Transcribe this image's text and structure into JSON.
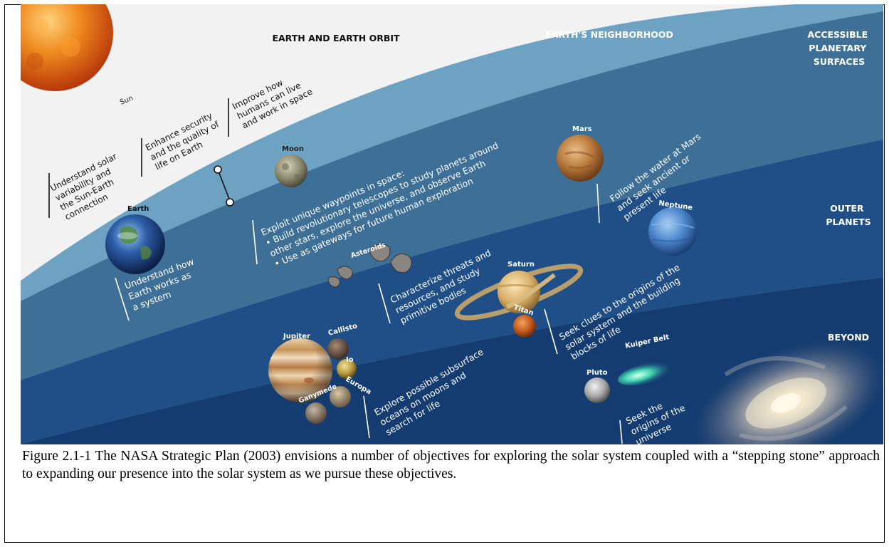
{
  "bands": [
    {
      "id": "earth-orbit",
      "title": "EARTH AND EARTH ORBIT",
      "color": "#f2f2f2",
      "title_color": "#111111"
    },
    {
      "id": "neighborhood",
      "title": "EARTH'S NEIGHBORHOOD",
      "color": "#6ea2c2",
      "title_color": "#ffffff"
    },
    {
      "id": "planetary-surfaces",
      "title_lines": [
        "ACCESSIBLE",
        "PLANETARY",
        "SURFACES"
      ],
      "color": "#3d6f97",
      "title_color": "#ffffff"
    },
    {
      "id": "outer-planets",
      "title_lines": [
        "OUTER",
        "PLANETS"
      ],
      "color": "#1f4f86",
      "title_color": "#ffffff"
    },
    {
      "id": "beyond",
      "title": "BEYOND",
      "color": "#143c70",
      "title_color": "#ffffff"
    }
  ],
  "bodies": {
    "sun": "Sun",
    "earth": "Earth",
    "moon": "Moon",
    "mars": "Mars",
    "neptune": "Neptune",
    "asteroids": "Asteroids",
    "saturn": "Saturn",
    "titan": "Titan",
    "jupiter": "Jupiter",
    "callisto": "Callisto",
    "io": "Io",
    "europa": "Europa",
    "ganymede": "Ganymede",
    "pluto": "Pluto",
    "kuiper_belt": "Kuiper Belt"
  },
  "objectives": {
    "solar": [
      "Understand solar",
      "variability and",
      "the Sun-Earth",
      "connection"
    ],
    "security": [
      "Enhance security",
      "and the quality of",
      "life on Earth"
    ],
    "humans": [
      "Improve how",
      "humans can live",
      "and work in space"
    ],
    "earth_system": [
      "Understand how",
      "Earth works as",
      "a system"
    ],
    "waypoints": [
      "Exploit unique waypoints in space:",
      "•  Build revolutionary telescopes to study planets around",
      "    other stars, explore the universe, and observe Earth",
      "•  Use as gateways for future human exploration"
    ],
    "mars": [
      "Follow the water at Mars",
      "and seek ancient or",
      "present life"
    ],
    "asteroids": [
      "Characterize threats and",
      "resources, and study",
      "primitive bodies"
    ],
    "origins_solar": [
      "Seek clues to the origins of the",
      "solar system and the building",
      "blocks of life"
    ],
    "subsurface": [
      "Explore possible subsurface",
      "oceans on moons and",
      "search for life"
    ],
    "universe": [
      "Seek the",
      "origins of the",
      "universe"
    ]
  },
  "caption": "Figure 2.1-1  The NASA Strategic Plan (2003) envisions a number of objectives for exploring the solar system coupled with a “stepping stone” approach to expanding our presence into the solar system as we pursue these objectives."
}
